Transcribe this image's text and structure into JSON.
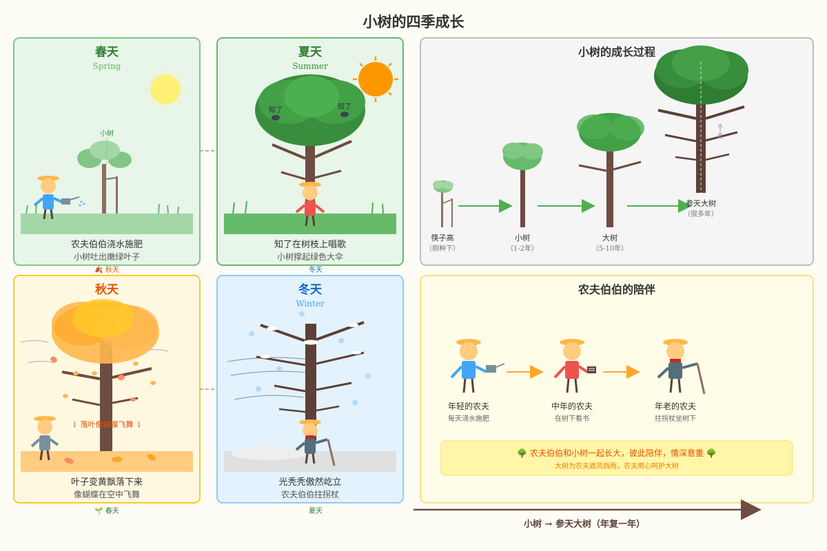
{
  "title": "小树的四季成长",
  "seasons": {
    "spring": {
      "title": "春天",
      "subtitle": "Spring",
      "tree_label": "小树",
      "caption1": "农夫伯伯浇水施肥",
      "caption2": "小树吐出嫩绿叶子",
      "next_label": "秋天"
    },
    "summer": {
      "title": "夏天",
      "subtitle": "Summer",
      "cicada1": "知了",
      "cicada2": "知了",
      "caption1": "知了在树枝上唱歌",
      "caption2": "小树撑起绿色大伞",
      "next_label": "冬天"
    },
    "autumn": {
      "title": "秋天",
      "subtitle": "Autumn",
      "falling_note": "↓ 落叶像蝴蝶飞舞 ↓",
      "caption1": "叶子变黄飘落下来",
      "caption2": "像蝴蝶在空中飞舞",
      "next_label": "春天"
    },
    "winter": {
      "title": "冬天",
      "subtitle": "Winter",
      "caption1": "光秃秃傲然屹立",
      "caption2": "农夫伯伯拄拐杖",
      "next_label": "夏天"
    }
  },
  "growth": {
    "title": "小树的成长过程",
    "stages": [
      {
        "name": "筷子高",
        "time": "（刚种下）"
      },
      {
        "name": "小树",
        "time": "（1-2年）"
      },
      {
        "name": "大树",
        "time": "（5-10年）"
      },
      {
        "name": "参天大树",
        "time": "（很多年）"
      }
    ],
    "height_mark": "高"
  },
  "farmer": {
    "title": "农夫伯伯的陪伴",
    "stages": [
      {
        "name": "年轻的农夫",
        "desc": "每天浇水施肥"
      },
      {
        "name": "中年的农夫",
        "desc": "在树下看书"
      },
      {
        "name": "年老的农夫",
        "desc": "拄拐杖坐树下"
      }
    ],
    "note1": "🌳 农夫伯伯和小树一起长大，彼此陪伴，情深意重 🌳",
    "note2": "大树为农夫遮风挡雨，农夫用心呵护大树"
  },
  "timeline_label": "小树 → 参天大树（年复一年）",
  "colors": {
    "spring_bg": "#e8f5e9",
    "spring_border": "#81c784",
    "summer_bg": "#e8f5e9",
    "summer_border": "#66bb6a",
    "autumn_bg": "#fff8e1",
    "autumn_border": "#ffca28",
    "winter_bg": "#e3f2fd",
    "winter_border": "#90caf9",
    "trunk": "#6d4c41",
    "arrow_green": "#4caf50",
    "arrow_orange": "#ffa726"
  }
}
